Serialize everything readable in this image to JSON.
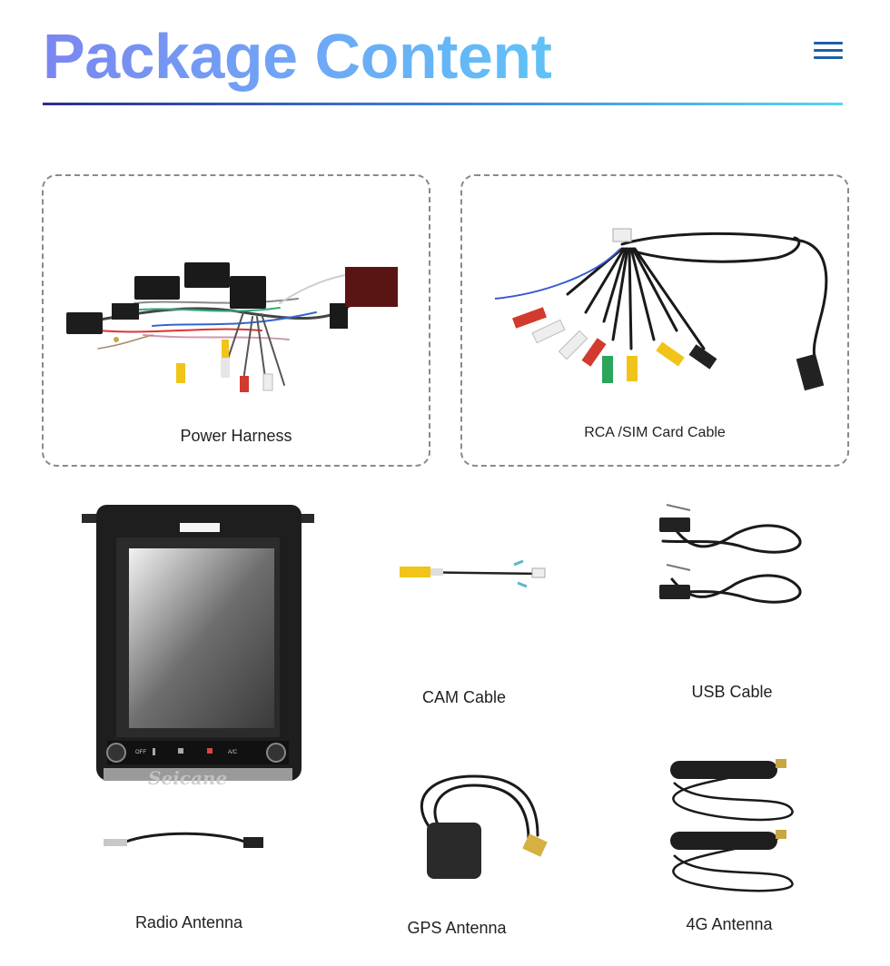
{
  "header": {
    "title": "Package Content"
  },
  "items": {
    "power_harness": "Power Harness",
    "rca_sim_cable": "RCA /SIM Card Cable",
    "cam_cable": "CAM Cable",
    "usb_cable": "USB Cable",
    "radio_antenna": "Radio Antenna",
    "gps_antenna": "GPS Antenna",
    "antenna_4g": "4G Antenna"
  },
  "head_unit": {
    "watermark": "Seicane",
    "buttons": [
      "OFF",
      "A/C"
    ]
  },
  "colors": {
    "title_gradient": [
      "#7b86f0",
      "#5fc2f7"
    ],
    "menu": "#1f5fa8",
    "rca_red": "#d23a2e",
    "rca_white": "#eeeeee",
    "rca_yellow": "#f0c419",
    "rca_green": "#2aa55a"
  }
}
